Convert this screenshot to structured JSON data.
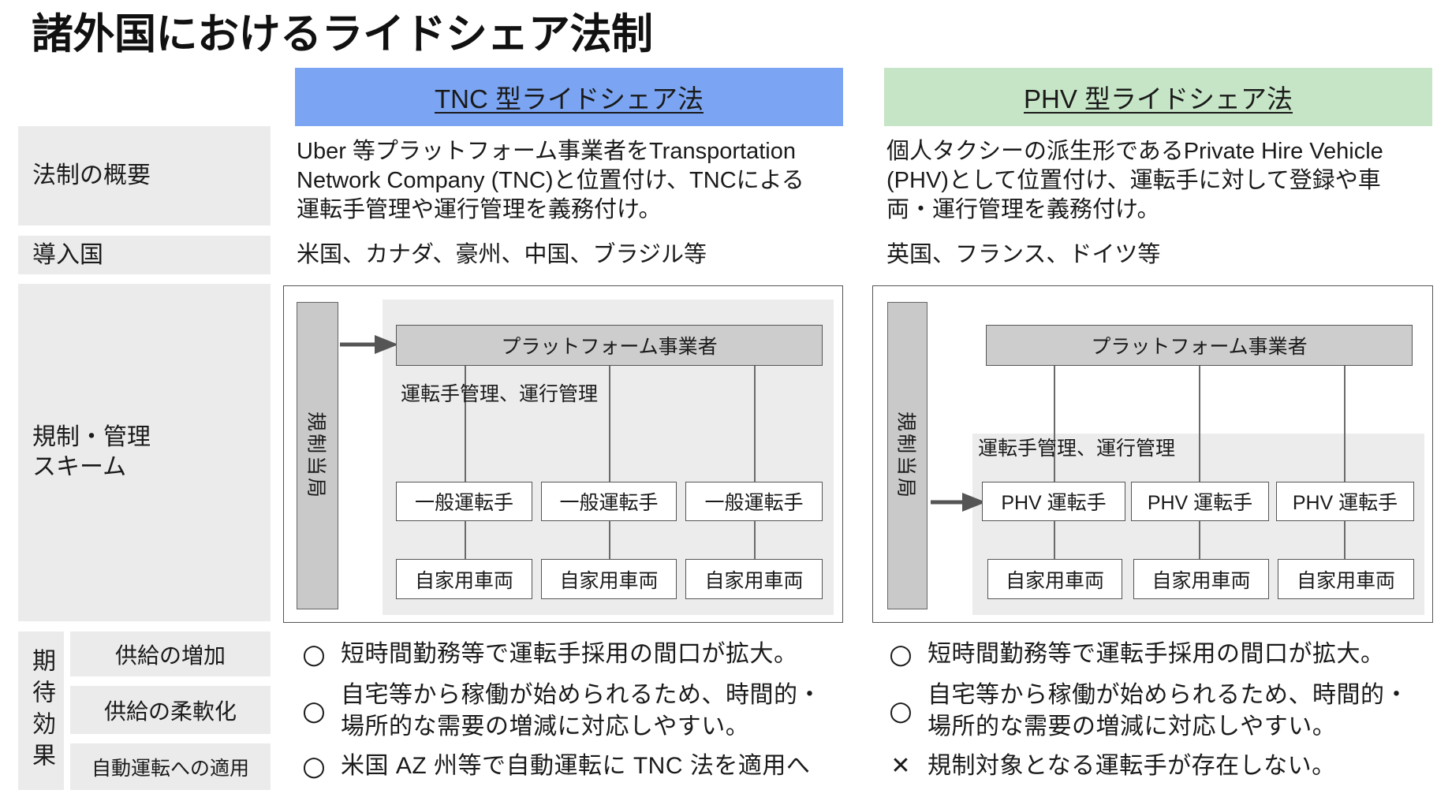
{
  "title": "諸外国におけるライドシェア法制",
  "colors": {
    "tnc_header": "#7ba5f2",
    "phv_header": "#c6e5c6",
    "label_bg": "#ebebeb"
  },
  "labels": {
    "overview": "法制の概要",
    "countries": "導入国",
    "scheme": [
      "規制・管理",
      "スキーム"
    ],
    "effects": "期待効果",
    "effect_items": [
      "供給の増加",
      "供給の柔軟化",
      "自動運転への適用"
    ]
  },
  "tnc": {
    "header": "TNC 型ライドシェア法",
    "overview": [
      "Uber 等プラットフォーム事業者をTransportation",
      "Network Company (TNC)と位置付け、TNCによる",
      "運転手管理や運行管理を義務付け。"
    ],
    "countries": "米国、カナダ、豪州、中国、ブラジル等",
    "scheme": {
      "regulator": "規制当局",
      "platform": "プラットフォーム事業者",
      "management": "運転手管理、運行管理",
      "drivers": [
        "一般運転手",
        "一般運転手",
        "一般運転手"
      ],
      "vehicles": [
        "自家用車両",
        "自家用車両",
        "自家用車両"
      ]
    },
    "effects": [
      {
        "mark": "○",
        "text": [
          "短時間勤務等で運転手採用の間口が拡大。"
        ]
      },
      {
        "mark": "○",
        "text": [
          "自宅等から稼働が始められるため、時間的・",
          "場所的な需要の増減に対応しやすい。"
        ]
      },
      {
        "mark": "○",
        "text": [
          "米国 AZ 州等で自動運転に TNC 法を適用へ"
        ]
      }
    ]
  },
  "phv": {
    "header": "PHV 型ライドシェア法",
    "overview": [
      "個人タクシーの派生形であるPrivate Hire Vehicle",
      "(PHV)として位置付け、運転手に対して登録や車",
      "両・運行管理を義務付け。"
    ],
    "countries": "英国、フランス、ドイツ等",
    "scheme": {
      "regulator": "規制当局",
      "platform": "プラットフォーム事業者",
      "management": "運転手管理、運行管理",
      "drivers": [
        "PHV 運転手",
        "PHV 運転手",
        "PHV 運転手"
      ],
      "vehicles": [
        "自家用車両",
        "自家用車両",
        "自家用車両"
      ]
    },
    "effects": [
      {
        "mark": "○",
        "text": [
          "短時間勤務等で運転手採用の間口が拡大。"
        ]
      },
      {
        "mark": "○",
        "text": [
          "自宅等から稼働が始められるため、時間的・",
          "場所的な需要の増減に対応しやすい。"
        ]
      },
      {
        "mark": "✕",
        "text": [
          "規制対象となる運転手が存在しない。"
        ]
      }
    ]
  }
}
